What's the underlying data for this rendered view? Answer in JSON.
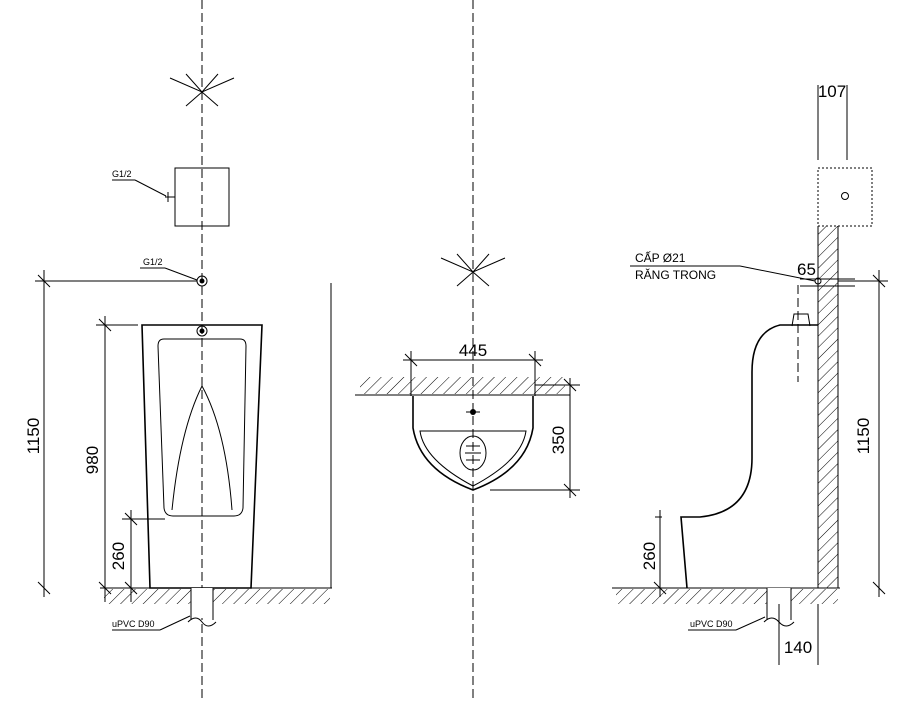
{
  "drawing": {
    "front_view": {
      "dim_total_height": "1150",
      "dim_urinal_height": "980",
      "dim_inlet_height": "260",
      "label_valve_pipe": "G1/2",
      "label_inlet": "G1/2",
      "label_drain": "uPVC D90"
    },
    "top_view": {
      "dim_width": "445",
      "dim_depth": "350"
    },
    "side_view": {
      "dim_top_width": "107",
      "label_supply_line1": "CẤP  Ø21",
      "label_supply_line2": "RĂNG TRONG",
      "dim_supply_offset": "65",
      "dim_total_height": "1150",
      "dim_inlet_height": "260",
      "label_drain": "uPVC D90",
      "dim_drain_offset": "140"
    }
  }
}
